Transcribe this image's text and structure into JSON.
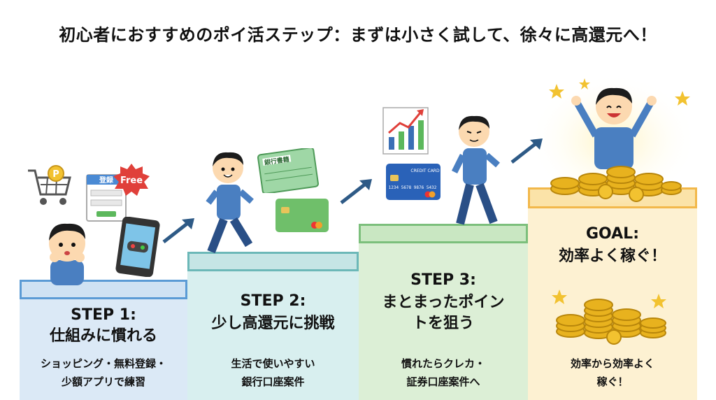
{
  "title": "初心者におすすめのポイ活ステップ：まずは小さく試して、徐々に高還元へ！",
  "steps": [
    {
      "heading": "STEP 1:",
      "subheading": "仕組みに慣れる",
      "desc_line1": "ショッピング・無料登録・",
      "desc_line2": "少額アプリで練習"
    },
    {
      "heading": "STEP 2:",
      "subheading": "少し高還元に挑戦",
      "desc_line1": "生活で使いやすい",
      "desc_line2": "銀行口座案件"
    },
    {
      "heading": "STEP 3:",
      "subheading": "まとまったポイン",
      "subheading2": "トを狙う",
      "desc_line1": "慣れたらクレカ・",
      "desc_line2": "証券口座案件へ"
    },
    {
      "heading": "GOAL:",
      "subheading": "効率よく稼ぐ！",
      "desc_line1": "効率から効率よく",
      "desc_line2": "稼ぐ！"
    }
  ],
  "props": {
    "register_label": "登録",
    "free_label": "Free",
    "passbook_label": "銀行書籍",
    "credit_card_label": "CREDIT CARD",
    "credit_card_number": "1234 5678 9876 5432",
    "coin_symbol": "P"
  },
  "colors": {
    "step1": "#dbe9f6",
    "step1_border": "#5b9bd5",
    "step2": "#d8efef",
    "step2_border": "#6cb8b8",
    "step3": "#dcefd6",
    "step3_border": "#7cbf7c",
    "goal": "#fdf1d2",
    "goal_border": "#f2b84b",
    "arrow": "#2e5a86",
    "coin": "#e8b21e"
  }
}
